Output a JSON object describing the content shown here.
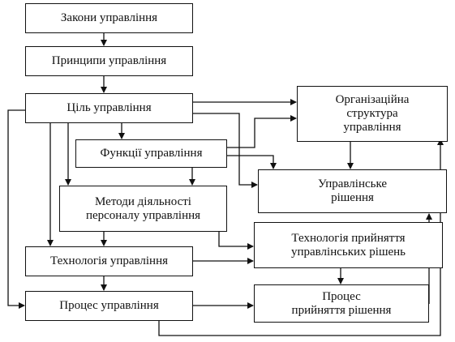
{
  "diagram": {
    "nodes": {
      "zakony": "Закони управління",
      "pryntsypy": "Принципи управління",
      "tsil": "Ціль управління",
      "funktsii": "Функції управління",
      "metody": "Методи діяльності\nперсоналу управління",
      "tekhnolohiia": "Технологія управління",
      "protses": "Процес управління",
      "org_struktura": "Організаційна\nструктура\nуправління",
      "upr_rishennia": "Управлінське\nрішення",
      "tekhn_pryiniattia": "Технологія прийняття\nуправлінських рішень",
      "protses_pryiniattia": "Процес\nприйняття рішення"
    },
    "edges": [
      [
        "zakony",
        "pryntsypy"
      ],
      [
        "pryntsypy",
        "tsil"
      ],
      [
        "tsil",
        "funktsii"
      ],
      [
        "tsil",
        "metody"
      ],
      [
        "tsil",
        "tekhnolohiia"
      ],
      [
        "tsil",
        "protses"
      ],
      [
        "tsil",
        "org_struktura"
      ],
      [
        "tsil",
        "upr_rishennia"
      ],
      [
        "funktsii",
        "metody"
      ],
      [
        "funktsii",
        "org_struktura"
      ],
      [
        "funktsii",
        "upr_rishennia"
      ],
      [
        "metody",
        "tekhnolohiia"
      ],
      [
        "metody",
        "tekhn_pryiniattia"
      ],
      [
        "tekhnolohiia",
        "protses"
      ],
      [
        "tekhnolohiia",
        "tekhn_pryiniattia"
      ],
      [
        "protses",
        "protses_pryiniattia"
      ],
      [
        "protses",
        "org_struktura"
      ],
      [
        "org_struktura",
        "upr_rishennia"
      ],
      [
        "protses_pryiniattia",
        "upr_rishennia"
      ]
    ]
  }
}
